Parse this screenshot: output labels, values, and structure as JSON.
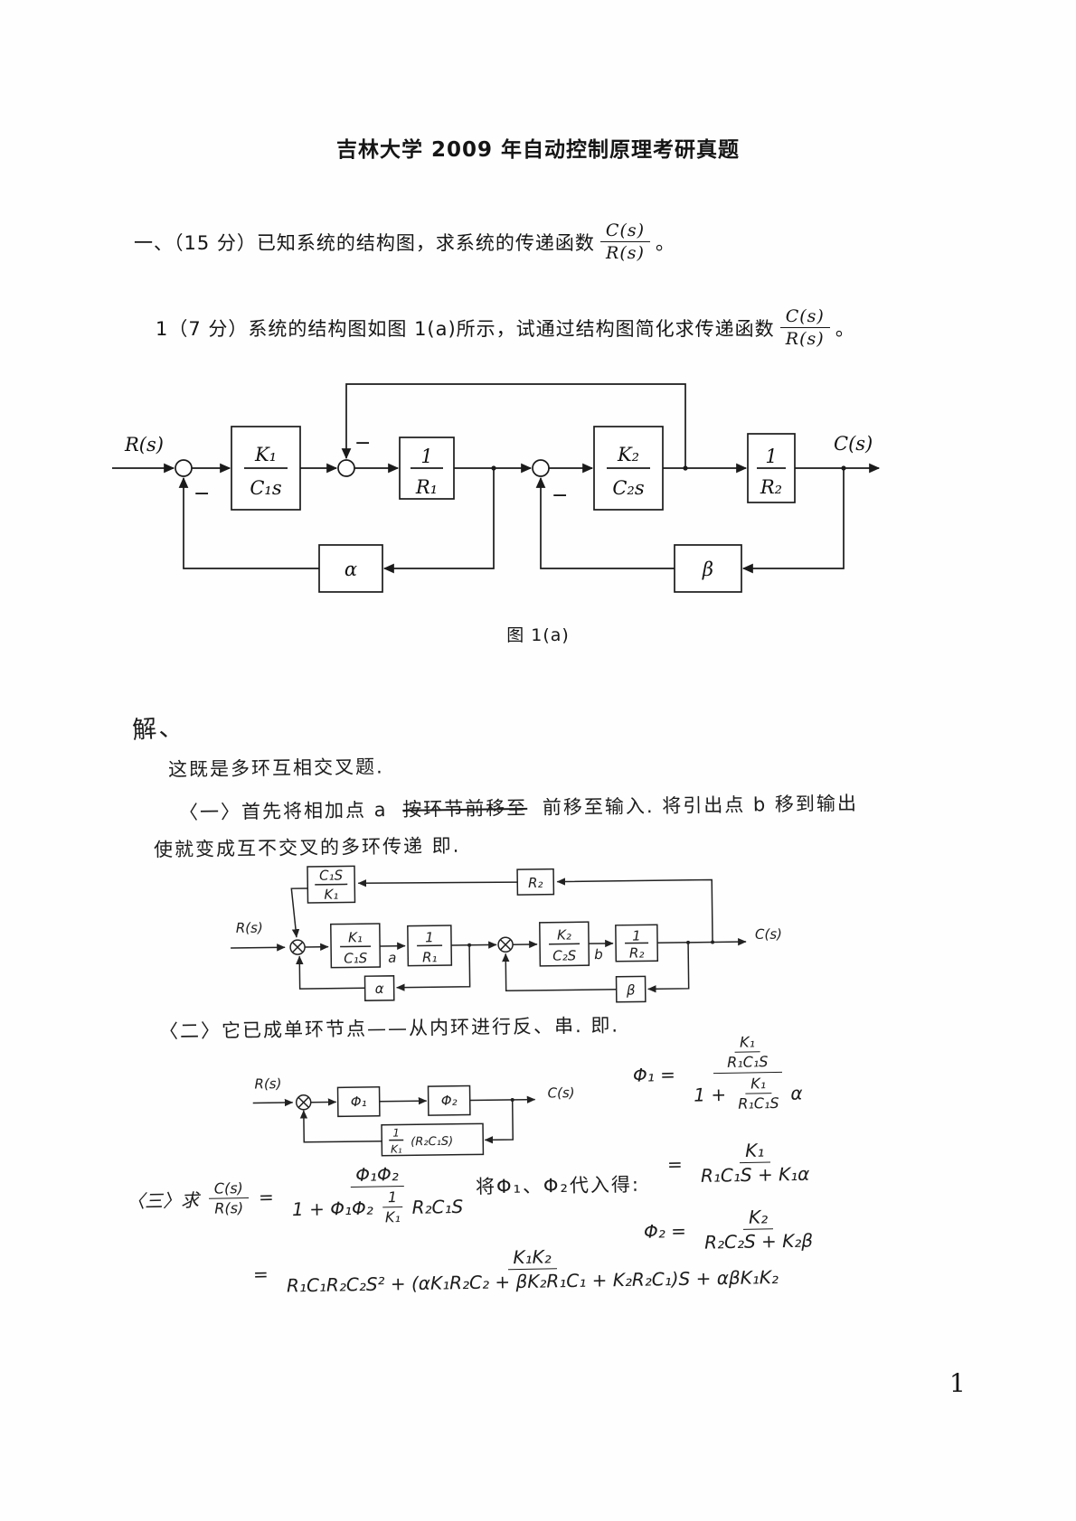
{
  "page": {
    "title": "吉林大学 2009 年自动控制原理考研真题",
    "page_number": "1"
  },
  "question": {
    "main_prefix": "一、（15 分）已知系统的结构图，求系统的传递函数",
    "main_suffix": "。",
    "sub_prefix": "1（7 分）系统的结构图如图 1(a)所示，试通过结构图简化求传递函数",
    "sub_suffix": "。",
    "tf_num": "C(s)",
    "tf_den": "R(s)"
  },
  "diagram": {
    "input": "R(s)",
    "output": "C(s)",
    "minus": "−",
    "b1_num": "K₁",
    "b1_den": "C₁s",
    "b2_num": "1",
    "b2_den": "R₁",
    "b3_num": "K₂",
    "b3_den": "C₂s",
    "b4_num": "1",
    "b4_den": "R₂",
    "alpha": "α",
    "beta": "β",
    "caption": "图 1(a)"
  },
  "solution": {
    "heading": "解、",
    "line1": "这既是多环互相交叉题.",
    "line2_pre": "〈一〉首先将相加点 a",
    "line2_struck": "按环节前移至",
    "line2_post": "前移至输入. 将引出点 b 移到输出",
    "line3": "使就变成互不交叉的多环传递 即.",
    "line4": "〈二〉它已成单环节点——从内环进行反、串. 即.",
    "sketch1": {
      "input": "R(s)",
      "output": "C(s)",
      "fb1_num": "C₁S",
      "fb1_den": "K₁",
      "fb2": "R₂",
      "b1_num": "K₁",
      "b1_den": "C₁S",
      "a_label": "a",
      "b2_num": "1",
      "b2_den": "R₁",
      "b3_num": "K₂",
      "b3_den": "C₂S",
      "b_label": "b",
      "b4_num": "1",
      "b4_den": "R₂",
      "alpha": "α",
      "beta": "β"
    },
    "sketch2": {
      "input": "R(s)",
      "output": "C(s)",
      "phi1": "Φ₁",
      "phi2": "Φ₂",
      "fb_num": "1",
      "fb_den": "K₁",
      "fb_rest": "(R₂C₁S)"
    },
    "phi1": {
      "lhs": "Φ₁ =",
      "num_num": "K₁",
      "num_den": "R₁C₁S",
      "den_pre": "1 +",
      "den_num": "K₁",
      "den_den": "R₁C₁S",
      "den_post": "α",
      "eq2_lhs": "=",
      "eq2_num": "K₁",
      "eq2_den": "R₁C₁S + K₁α"
    },
    "phi2": {
      "lhs": "Φ₂ =",
      "num": "K₂",
      "den": "R₂C₂S + K₂β"
    },
    "step3": {
      "lhs_pre": "〈三〉求",
      "lhs_num": "C(s)",
      "lhs_den": "R(s)",
      "eq": "=",
      "frac1_num": "Φ₁Φ₂",
      "frac1_den_pre": "1 + Φ₁Φ₂",
      "frac1_den_fnum": "1",
      "frac1_den_fden": "K₁",
      "frac1_den_post": "R₂C₁S",
      "note": "将Φ₁、Φ₂代入得:",
      "eq2": "=",
      "final_num": "K₁K₂",
      "final_den": "R₁C₁R₂C₂S² + (αK₁R₂C₂ + βK₂R₁C₁ + K₂R₂C₁)S + αβK₁K₂"
    }
  }
}
